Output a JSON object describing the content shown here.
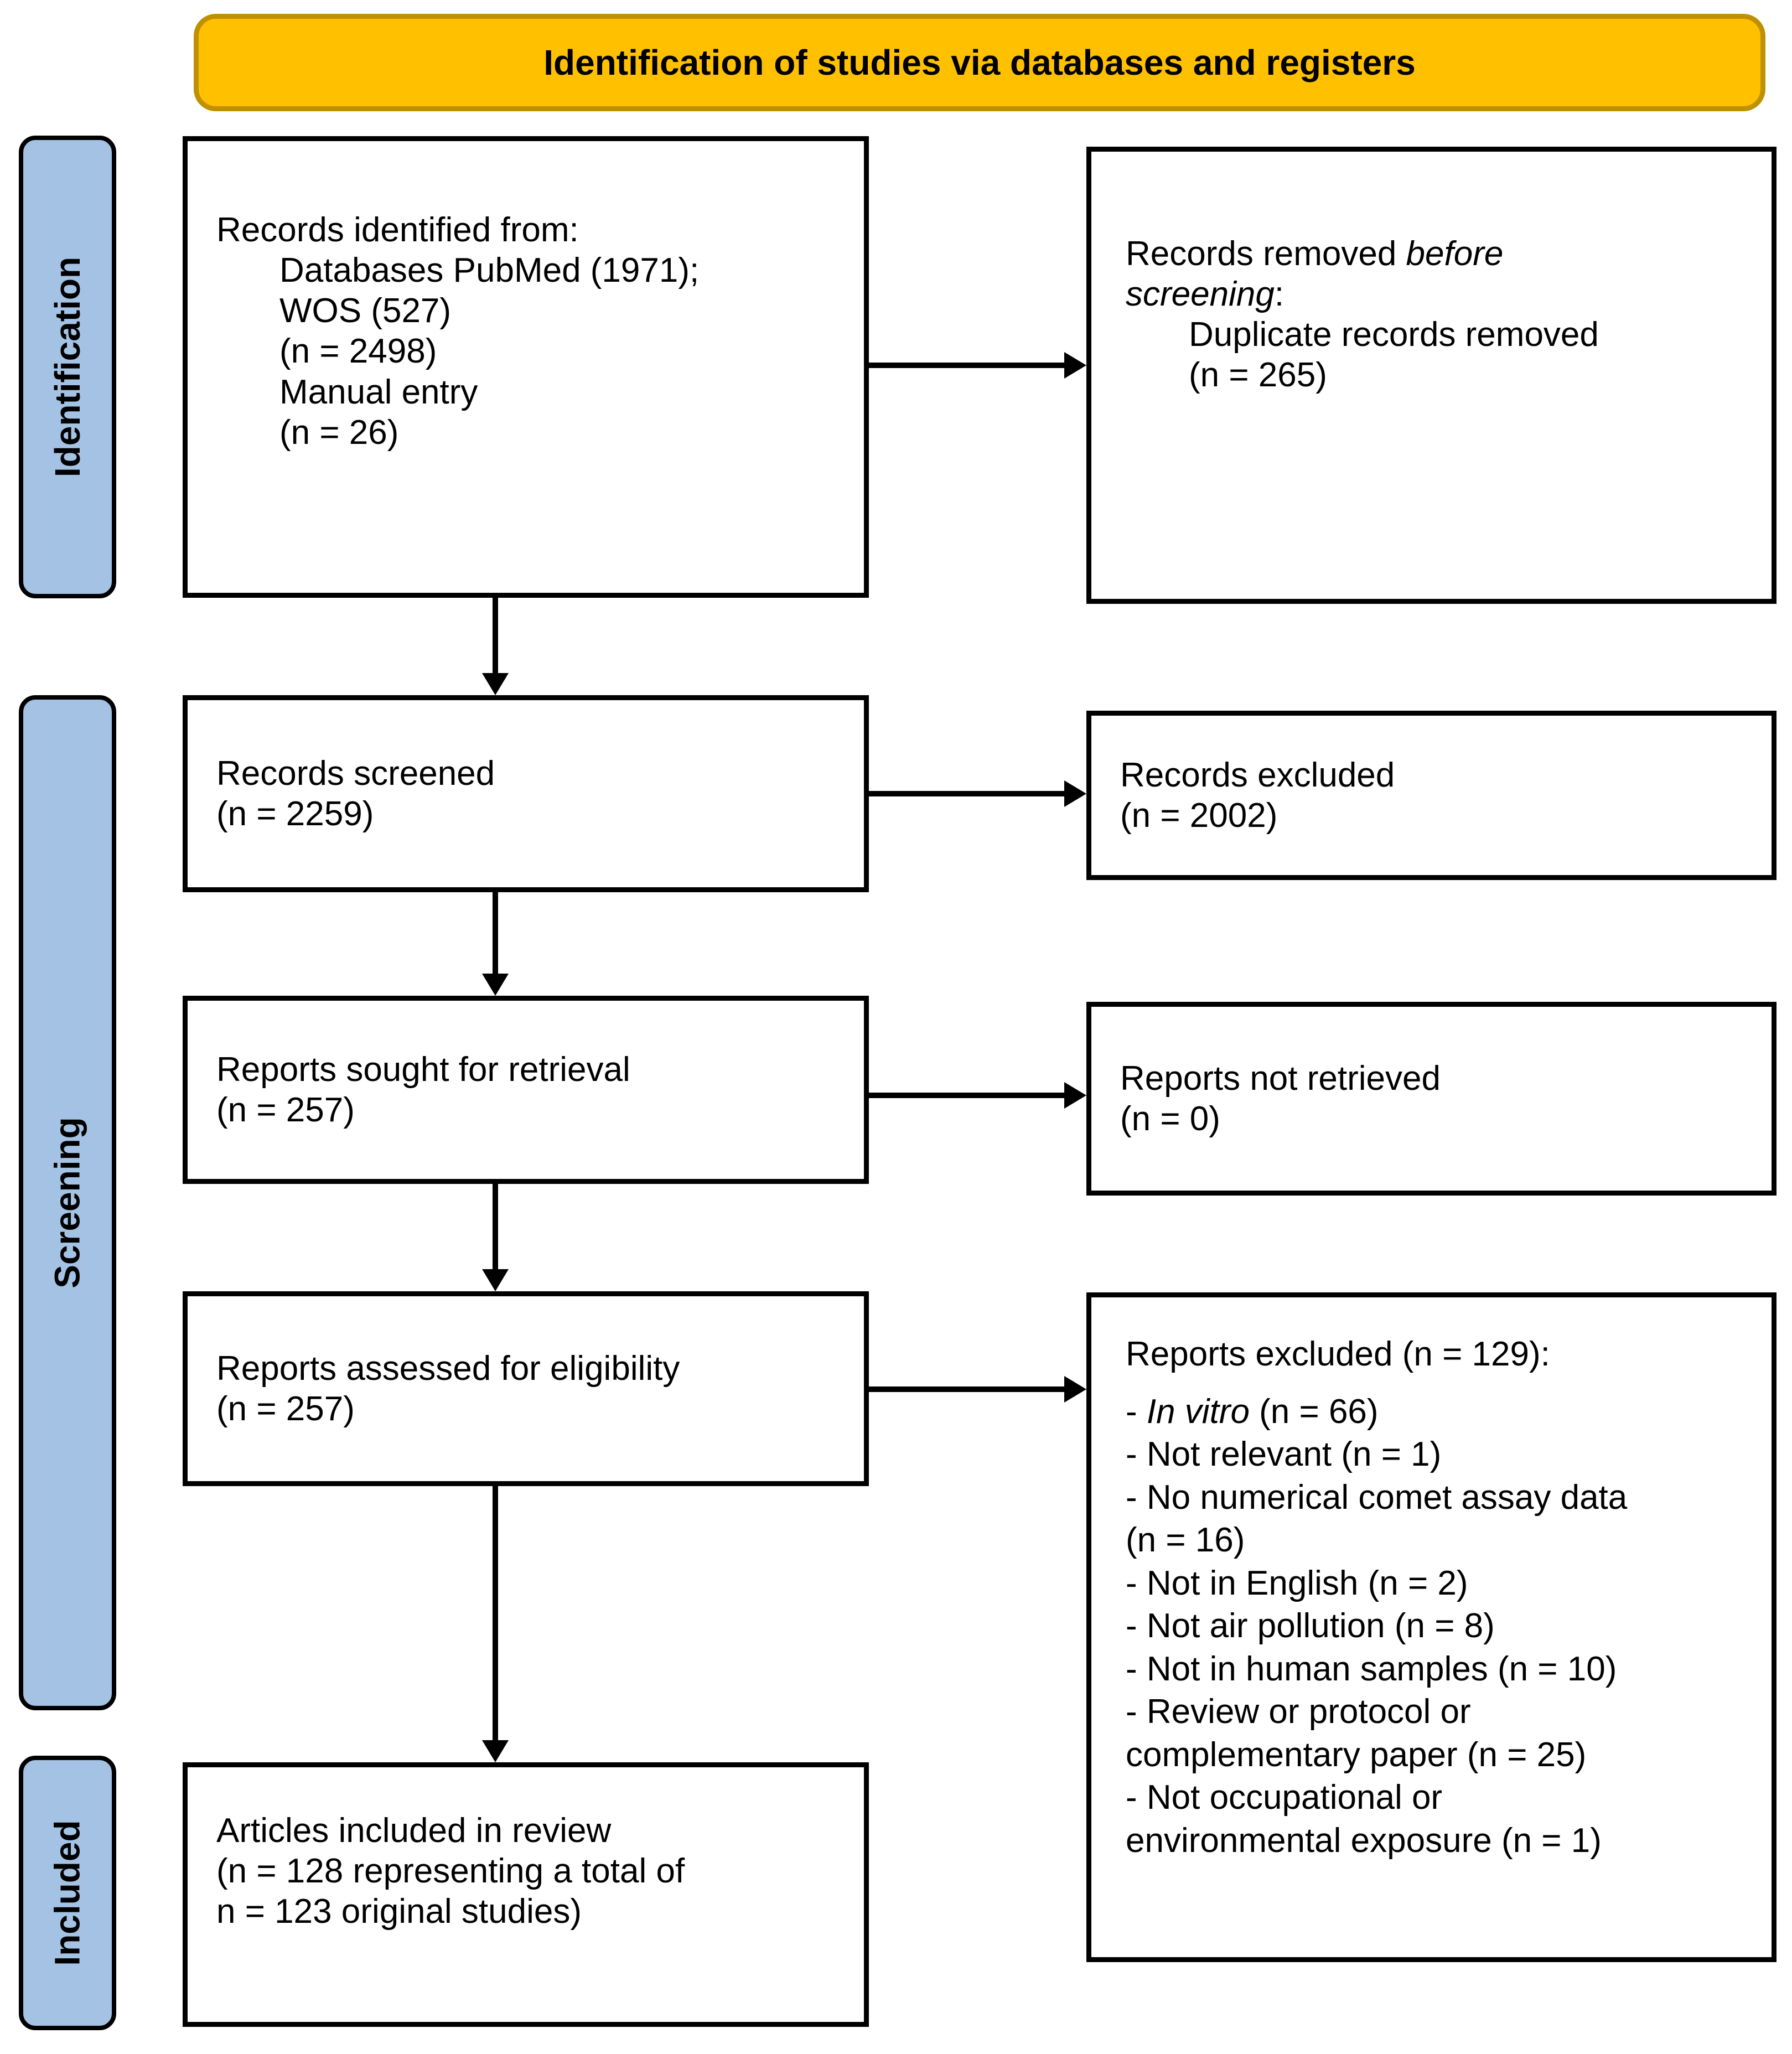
{
  "banner": {
    "title": "Identification of studies via databases and registers"
  },
  "sidebar": {
    "identification": "Identification",
    "screening": "Screening",
    "included": "Included"
  },
  "flow": {
    "records_identified": {
      "title": "Records identified from:",
      "details": [
        "Databases PubMed (1971);",
        "WOS (527)",
        "(n = 2498)",
        "Manual entry",
        "(n = 26)"
      ]
    },
    "records_removed": {
      "line1_pre": "Records removed ",
      "line1_italic": "before",
      "line2_italic": "screening",
      "line2_post": ":",
      "details": [
        "Duplicate records removed",
        "(n = 265)"
      ]
    },
    "records_screened": {
      "lines": [
        "Records screened",
        "(n = 2259)"
      ]
    },
    "records_excluded": {
      "lines": [
        "Records excluded",
        "(n = 2002)"
      ]
    },
    "reports_sought": {
      "lines": [
        "Reports sought for retrieval",
        "(n = 257)"
      ]
    },
    "reports_not_retrieved": {
      "lines": [
        "Reports not retrieved",
        "(n = 0)"
      ]
    },
    "reports_assessed": {
      "lines": [
        "Reports assessed for eligibility",
        "(n = 257)"
      ]
    },
    "reports_excluded": {
      "header": "Reports excluded (n = 129):",
      "items": [
        {
          "pre": "- ",
          "italic": "In vitro",
          "post": " (n = 66)"
        },
        {
          "pre": "- Not relevant (n = 1)",
          "italic": "",
          "post": ""
        },
        {
          "pre": "- No numerical comet assay data",
          "italic": "",
          "post": ""
        },
        {
          "pre": "(n = 16)",
          "italic": "",
          "post": ""
        },
        {
          "pre": "- Not in English (n = 2)",
          "italic": "",
          "post": ""
        },
        {
          "pre": "- Not air pollution (n = 8)",
          "italic": "",
          "post": ""
        },
        {
          "pre": "- Not in human samples (n = 10)",
          "italic": "",
          "post": ""
        },
        {
          "pre": "- Review or protocol or",
          "italic": "",
          "post": ""
        },
        {
          "pre": "complementary paper (n = 25)",
          "italic": "",
          "post": ""
        },
        {
          "pre": "- Not occupational or",
          "italic": "",
          "post": ""
        },
        {
          "pre": "environmental exposure (n = 1)",
          "italic": "",
          "post": ""
        }
      ]
    },
    "articles_included": {
      "lines": [
        "Articles included in review",
        "(n = 128 representing a total of",
        "n = 123 original studies)"
      ]
    }
  },
  "colors": {
    "banner_fill": "#FFC000",
    "banner_border": "#BF9000",
    "sidebar_fill": "#A4C3E4",
    "box_border": "#000000",
    "arrow": "#000000"
  }
}
